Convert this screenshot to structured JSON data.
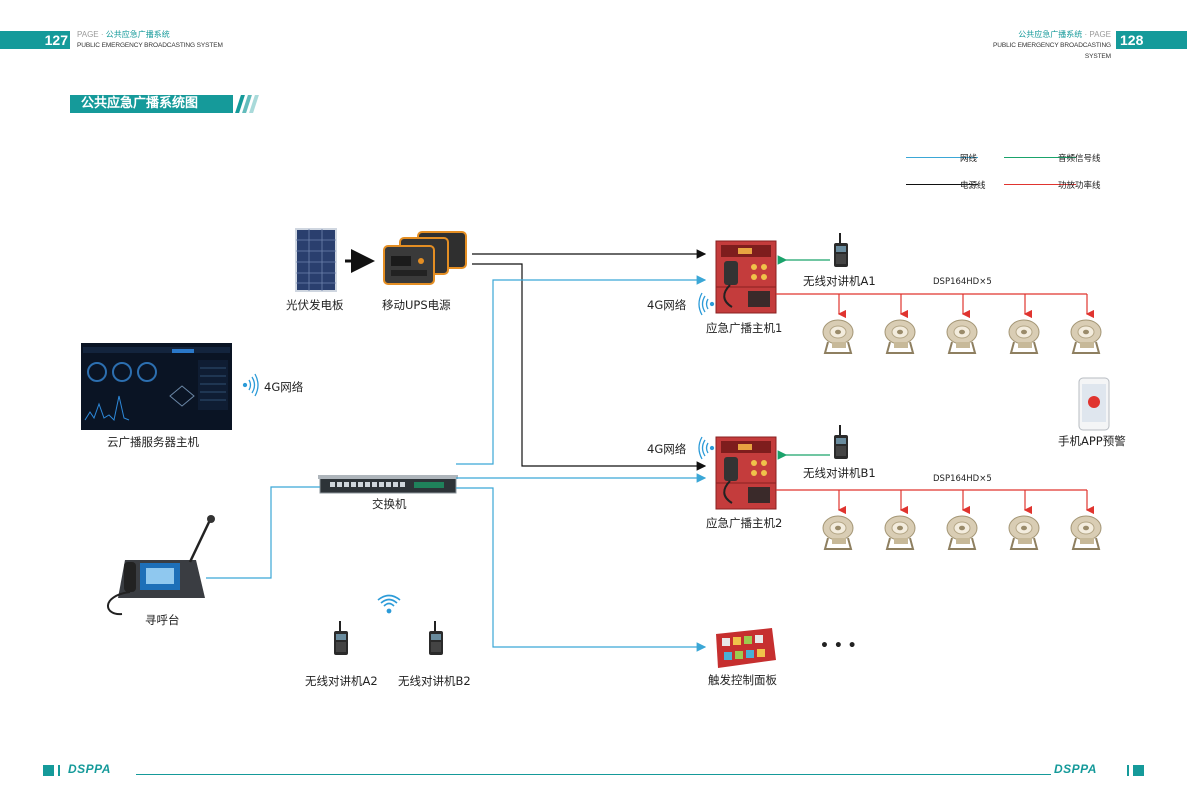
{
  "header": {
    "left_page_number": "127",
    "right_page_number": "128",
    "page_word": "PAGE",
    "dot": "·",
    "system_title_cn": "公共应急广播系统",
    "system_title_en": "PUBLIC EMERGENCY BROADCASTING SYSTEM"
  },
  "section_title": "公共应急广播系统图",
  "legend": {
    "network": "网线",
    "audio_signal": "音频信号线",
    "power": "电源线",
    "amp_power": "功放功率线"
  },
  "colors": {
    "accent": "#159a9a",
    "network_line": "#3ba7d6",
    "audio_line": "#1aa36b",
    "power_line": "#111111",
    "amp_line": "#e0342f"
  },
  "labels": {
    "solar_panel": "光伏发电板",
    "ups": "移动UPS电源",
    "cloud_server": "云广播服务器主机",
    "network_4g_server": "4G网络",
    "switch": "交换机",
    "paging_console": "寻呼台",
    "walkie_a2": "无线对讲机A2",
    "walkie_b2": "无线对讲机B2",
    "host1": "应急广播主机1",
    "host2": "应急广播主机2",
    "network_4g_host1": "4G网络",
    "network_4g_host2": "4G网络",
    "walkie_a1": "无线对讲机A1",
    "walkie_b1": "无线对讲机B1",
    "dsp_row1": "DSP164HD×5",
    "dsp_row2": "DSP164HD×5",
    "mobile_app": "手机APP预警",
    "trigger_panel": "触发控制面板",
    "ellipsis": "• • •"
  },
  "footer": {
    "logo_left": "DSPPA",
    "logo_right": "DSPPA"
  },
  "icons": [
    "wifi-signal-icon",
    "solar-panel-icon",
    "ups-battery-icon",
    "server-dashboard-icon",
    "network-switch-icon",
    "paging-console-icon",
    "walkie-talkie-icon",
    "broadcast-host-icon",
    "horn-speaker-icon",
    "smartphone-icon",
    "trigger-panel-icon"
  ]
}
